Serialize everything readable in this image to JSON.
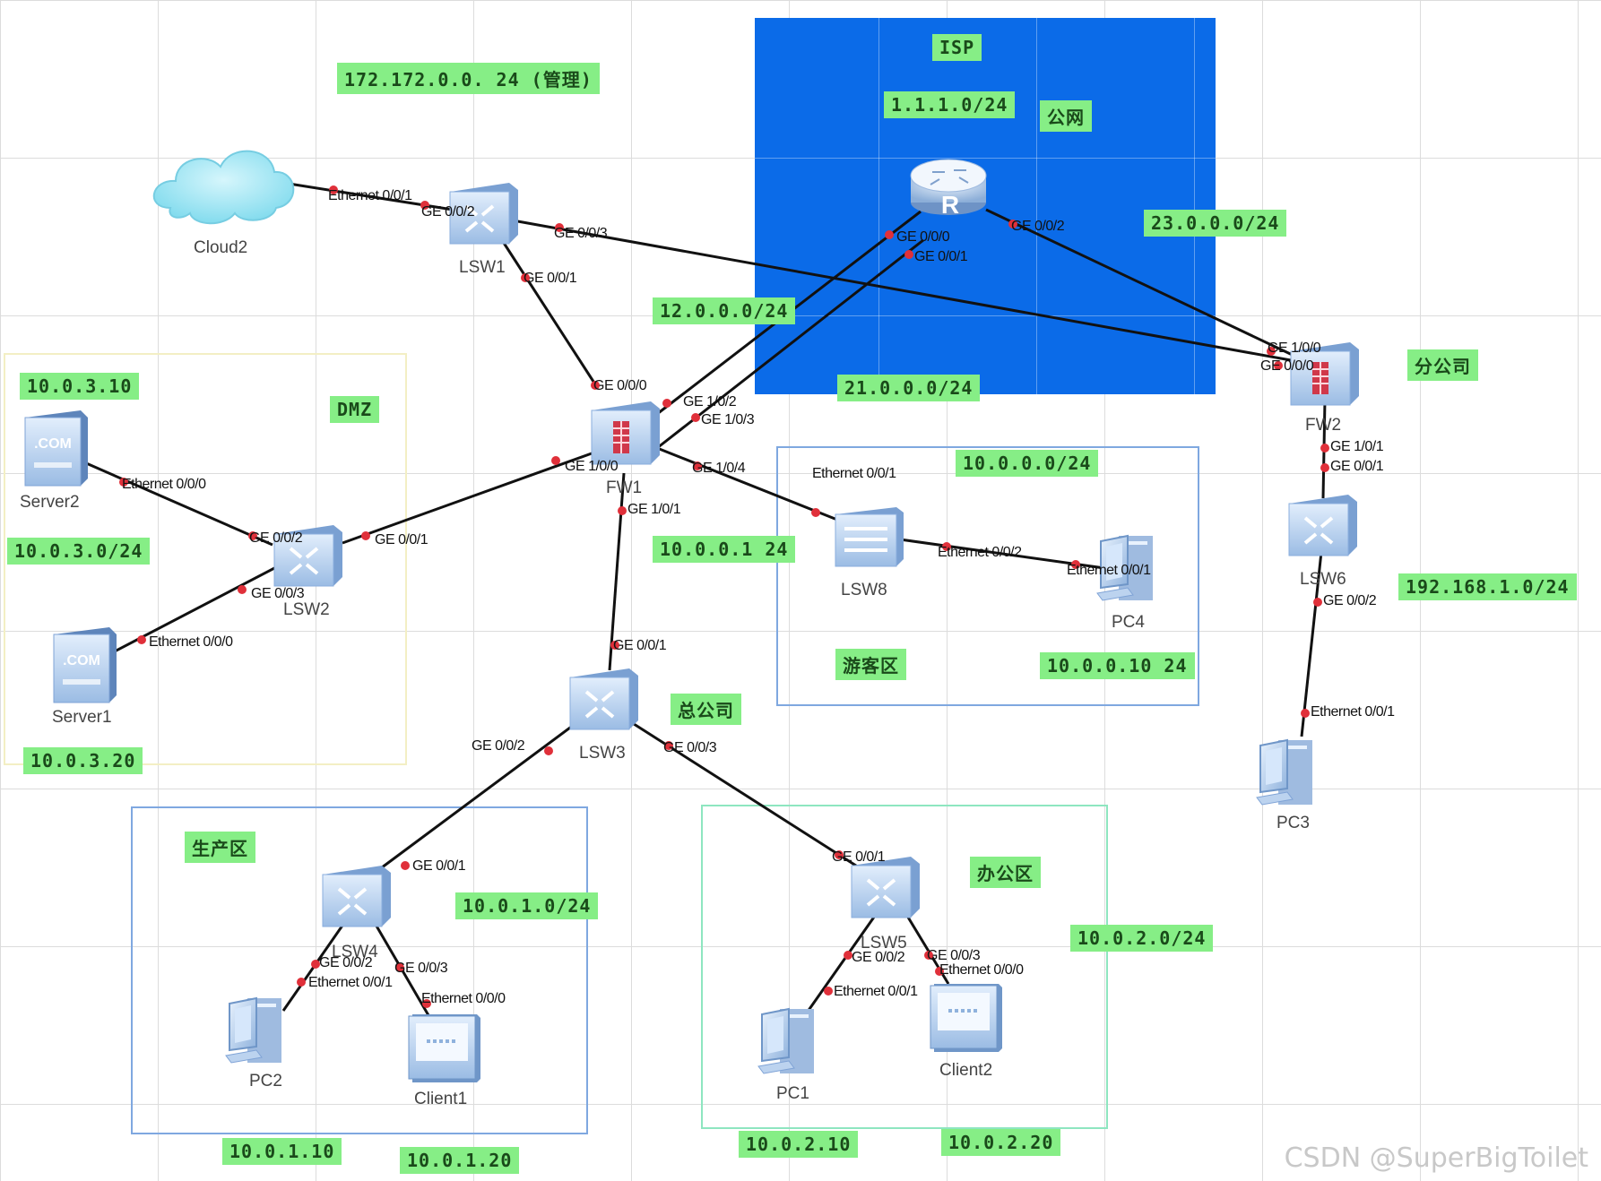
{
  "watermark": "CSDN @SuperBigToilet",
  "zones": {
    "isp_label": "ISP",
    "isp_public": "公网",
    "dmz": "DMZ",
    "guest": "游客区",
    "branch": "分公司",
    "hq": "总公司",
    "production": "生产区",
    "office": "办公区"
  },
  "subnets": {
    "mgmt": "172.172.0.0. 24 (管理)",
    "isp_net": "1.1.1.0/24",
    "net23": "23.0.0.0/24",
    "net12": "12.0.0.0/24",
    "net21": "21.0.0.0/24",
    "server2_ip": "10.0.3.10",
    "dmz_net": "10.0.3.0/24",
    "server1_ip": "10.0.3.20",
    "guest_net": "10.0.0.0/24",
    "guest_gw": "10.0.0.1 24",
    "pc4_ip": "10.0.0.10 24",
    "branch_net": "192.168.1.0/24",
    "prod_net": "10.0.1.0/24",
    "office_net": "10.0.2.0/24",
    "pc2_ip": "10.0.1.10",
    "client1_ip": "10.0.1.20",
    "pc1_ip": "10.0.2.10",
    "client2_ip": "10.0.2.20"
  },
  "devices": {
    "cloud2": "Cloud2",
    "lsw1": "LSW1",
    "router": "R",
    "fw1": "FW1",
    "fw2": "FW2",
    "server2": "Server2",
    "server1": "Server1",
    "lsw2": "LSW2",
    "lsw8": "LSW8",
    "pc4": "PC4",
    "lsw6": "LSW6",
    "pc3": "PC3",
    "lsw3": "LSW3",
    "lsw4": "LSW4",
    "lsw5": "LSW5",
    "pc2": "PC2",
    "client1": "Client1",
    "pc1": "PC1",
    "client2": "Client2"
  },
  "ports": {
    "cloud_eth": "Ethernet 0/0/1",
    "lsw1_ge002": "GE 0/0/2",
    "lsw1_ge003": "GE 0/0/3",
    "lsw1_ge001": "GE 0/0/1",
    "r_ge000": "GE 0/0/0",
    "r_ge001": "GE 0/0/1",
    "r_ge002": "GE 0/0/2",
    "fw1_ge000": "GE 0/0/0",
    "fw1_ge102": "GE 1/0/2",
    "fw1_ge103": "GE 1/0/3",
    "fw1_ge100": "GE 1/0/0",
    "fw1_ge104": "GE 1/0/4",
    "fw1_ge101": "GE 1/0/1",
    "fw2_ge100": "GE 1/0/0",
    "fw2_ge000": "GE 0/0/0",
    "fw2_ge101": "GE 1/0/1",
    "lsw6_ge001": "GE 0/0/1",
    "lsw6_ge002": "GE 0/0/2",
    "pc3_eth": "Ethernet 0/0/1",
    "server2_eth": "Ethernet 0/0/0",
    "lsw2_ge002": "GE 0/0/2",
    "lsw2_ge001": "GE 0/0/1",
    "lsw2_ge003": "GE 0/0/3",
    "server1_eth": "Ethernet 0/0/0",
    "lsw8_eth1": "Ethernet 0/0/1",
    "lsw8_eth2": "Ethernet 0/0/2",
    "pc4_eth": "Ethernet 0/0/1",
    "lsw3_ge001": "GE 0/0/1",
    "lsw3_ge002": "GE 0/0/2",
    "lsw3_ge003": "GE 0/0/3",
    "lsw4_ge001": "GE 0/0/1",
    "lsw4_ge002": "GE 0/0/2",
    "lsw4_ge003": "GE 0/0/3",
    "pc2_eth": "Ethernet 0/0/1",
    "client1_eth": "Ethernet 0/0/0",
    "lsw5_ge001": "GE 0/0/1",
    "lsw5_ge002": "GE 0/0/2",
    "lsw5_ge003": "GE 0/0/3",
    "pc1_eth": "Ethernet 0/0/1",
    "client2_eth": "Ethernet 0/0/0"
  },
  "colors": {
    "isp_fill": "#0b6be8",
    "tag_fill": "#86ee86",
    "zone_blue": "#7fa8e0",
    "zone_green": "#8ee6c0",
    "zone_yellow": "#f5f1c0",
    "link": "#111111",
    "port_dot": "#e0303a"
  }
}
